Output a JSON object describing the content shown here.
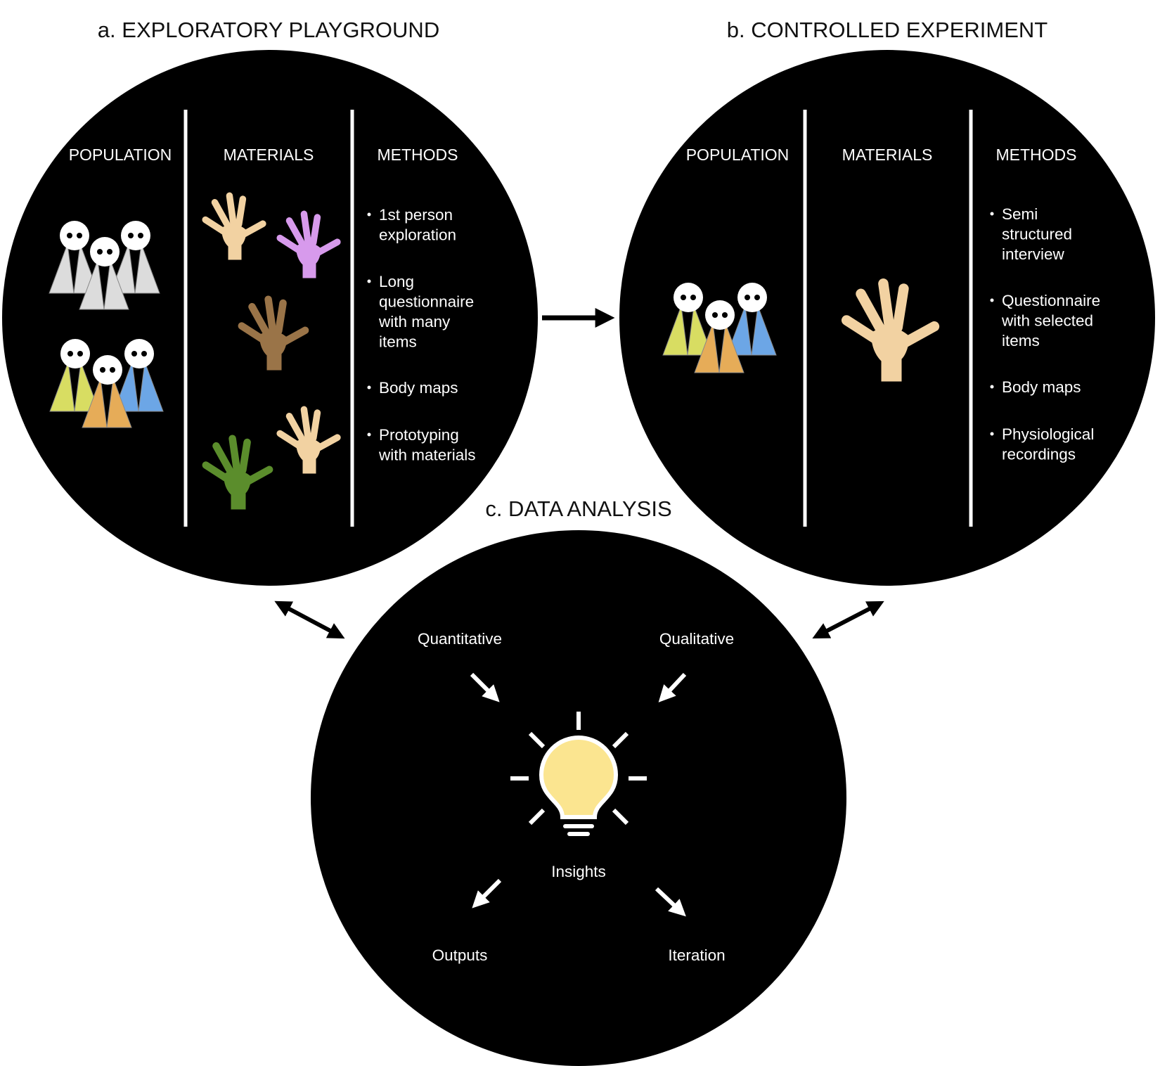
{
  "panels": {
    "a": {
      "title": "a. EXPLORATORY PLAYGROUND",
      "headers": [
        "POPULATION",
        "MATERIALS",
        "METHODS"
      ],
      "methods": [
        [
          "1st person",
          "exploration"
        ],
        [
          "Long",
          "questionnaire",
          "with many",
          "items"
        ],
        [
          "Body maps"
        ],
        [
          "Prototyping",
          "with materials"
        ]
      ]
    },
    "b": {
      "title": "b. CONTROLLED EXPERIMENT",
      "headers": [
        "POPULATION",
        "MATERIALS",
        "METHODS"
      ],
      "methods": [
        [
          "Semi",
          "structured",
          "interview"
        ],
        [
          "Questionnaire",
          "with selected",
          "items"
        ],
        [
          "Body maps"
        ],
        [
          "Physiological",
          "recordings"
        ]
      ]
    },
    "c": {
      "title": "c. DATA ANALYSIS",
      "labels": {
        "quantitative": "Quantitative",
        "qualitative": "Qualitative",
        "insights": "Insights",
        "outputs": "Outputs",
        "iteration": "Iteration"
      }
    }
  },
  "colors": {
    "person_gray": "#dcdcdc",
    "person_yellow": "#d8dd62",
    "person_orange": "#e6ac58",
    "person_blue": "#6ca6e6",
    "hand_beige": "#f2d2a2",
    "hand_purple": "#d79aec",
    "hand_brown": "#9a7448",
    "hand_green": "#5b8d2c",
    "bulb": "#fbe590"
  }
}
